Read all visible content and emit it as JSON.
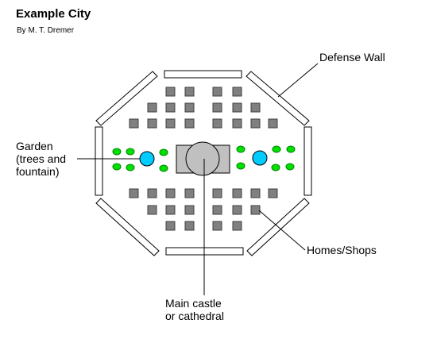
{
  "title": "Example City",
  "byline": "By M. T. Dremer",
  "labels": {
    "defense_wall": "Defense Wall",
    "garden": "Garden\n(trees and\nfountain)",
    "homes_shops": "Homes/Shops",
    "main_castle": "Main castle\nor cathedral"
  },
  "colors": {
    "home": "#808080",
    "bush": "#00e000",
    "fountain": "#00ccff",
    "castle": "#c0c0c0",
    "wall": "#ffffff"
  }
}
